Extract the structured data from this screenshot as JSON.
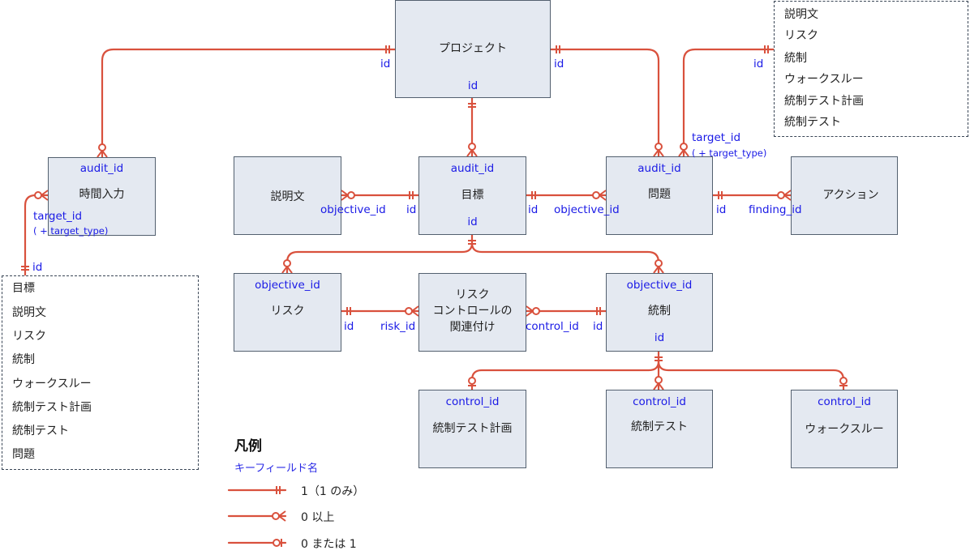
{
  "colors": {
    "line": "#d9513d",
    "key_text": "#1a1ae6",
    "entity_fill": "#e4e9f1",
    "entity_border": "#53606f"
  },
  "entities": {
    "project": {
      "label": "プロジェクト",
      "keys": {
        "left": "id",
        "right": "id",
        "bottom": "id"
      }
    },
    "time_entry": {
      "label": "時間入力",
      "keys": {
        "top": "audit_id",
        "target": "target_id",
        "target_type": "( + target_type)"
      }
    },
    "description": {
      "label": "説明文",
      "keys": {
        "right": "objective_id"
      }
    },
    "objective": {
      "label": "目標",
      "keys": {
        "top": "audit_id",
        "left": "id",
        "right": "id",
        "bottom": "id"
      }
    },
    "finding": {
      "label": "問題",
      "keys": {
        "top": "audit_id",
        "left": "objective_id",
        "right": "id",
        "target": "target_id",
        "target_type": "( + target_type)"
      }
    },
    "action": {
      "label": "アクション",
      "keys": {
        "left": "finding_id"
      }
    },
    "risk": {
      "label": "リスク",
      "keys": {
        "top": "objective_id",
        "right": "id"
      }
    },
    "risk_control": {
      "label": "リスク\nコントロールの\n関連付け",
      "keys": {
        "left": "risk_id",
        "right": "control_id"
      }
    },
    "control": {
      "label": "統制",
      "keys": {
        "top": "objective_id",
        "left": "id",
        "bottom": "id"
      }
    },
    "control_test_plan": {
      "label": "統制テスト計画",
      "keys": {
        "top": "control_id"
      }
    },
    "control_test": {
      "label": "統制テスト",
      "keys": {
        "top": "control_id"
      }
    },
    "walkthrough": {
      "label": "ウォークスルー",
      "keys": {
        "top": "control_id"
      }
    }
  },
  "groups": {
    "finding_targets": {
      "key": "id",
      "items": [
        "説明文",
        "リスク",
        "統制",
        "ウォークスルー",
        "統制テスト計画",
        "統制テスト"
      ]
    },
    "time_entry_targets": {
      "key": "id",
      "items": [
        "目標",
        "説明文",
        "リスク",
        "統制",
        "ウォークスルー",
        "統制テスト計画",
        "統制テスト",
        "問題"
      ]
    }
  },
  "legend": {
    "title": "凡例",
    "key_field": "キーフィールド名",
    "items": [
      {
        "symbol": "one-only",
        "label": "1（1 のみ）"
      },
      {
        "symbol": "zero-or-more",
        "label": "0 以上"
      },
      {
        "symbol": "zero-or-one",
        "label": "0 または 1"
      }
    ]
  }
}
